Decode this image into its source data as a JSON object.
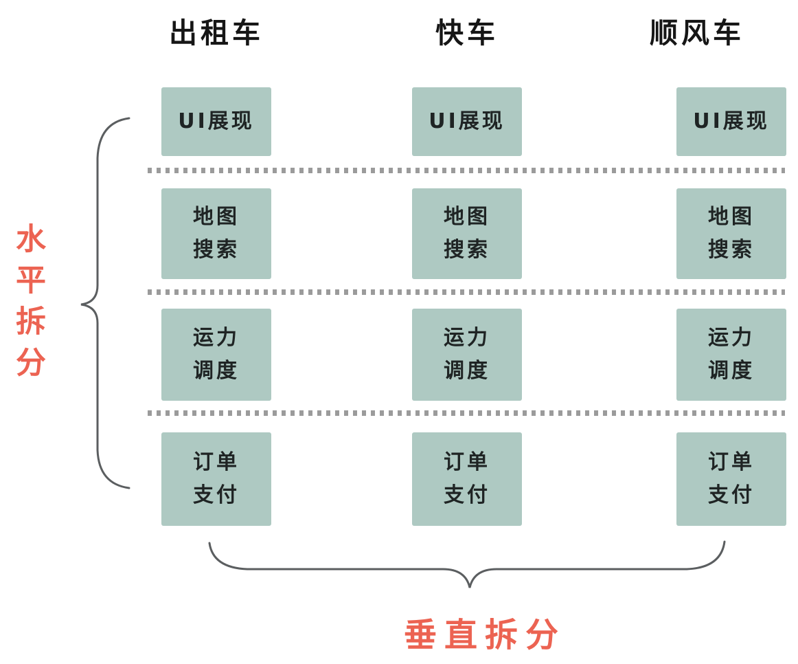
{
  "diagram": {
    "column_headers": [
      "出租车",
      "快车",
      "顺风车"
    ],
    "layers": [
      {
        "name": "UI展现",
        "lines": [
          "UI展现"
        ]
      },
      {
        "name": "地图搜索",
        "lines": [
          "地图",
          "搜索"
        ]
      },
      {
        "name": "运力调度",
        "lines": [
          "运力",
          "调度"
        ]
      },
      {
        "name": "订单支付",
        "lines": [
          "订单",
          "支付"
        ]
      }
    ],
    "annotations": {
      "left": "水平拆分",
      "bottom": "垂直拆分"
    },
    "colors": {
      "cell_fill": "#aec9c2",
      "cell_text": "#1f2424",
      "header_text": "#161616",
      "annotation_red": "#ec6352",
      "brace_gray": "#5b5e60",
      "divider_gray": "#9b9b9b",
      "background": "#ffffff"
    }
  }
}
